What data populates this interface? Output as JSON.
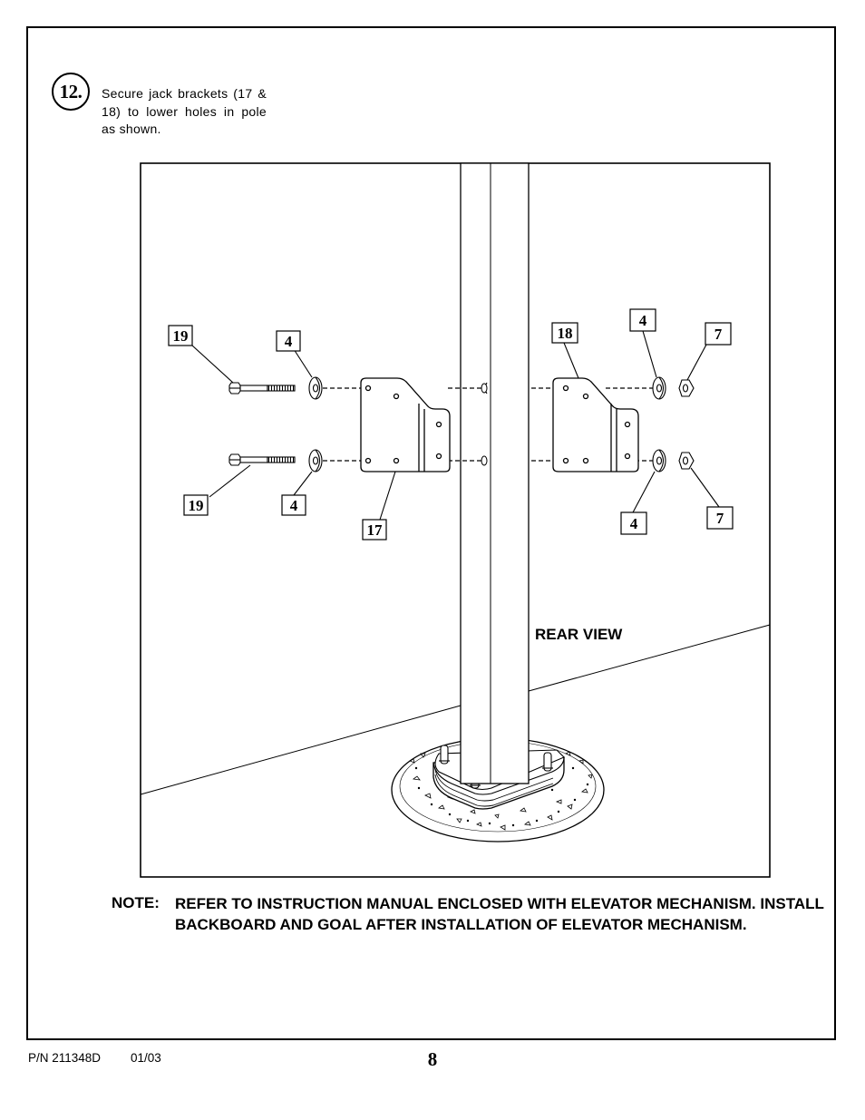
{
  "step": {
    "number": "12.",
    "instruction": "Secure jack brackets (17 & 18) to lower holes in pole as shown."
  },
  "diagram": {
    "view_label": "REAR VIEW",
    "callouts": {
      "bolt_upper_left": "19",
      "washer_upper_left": "4",
      "bolt_lower_left": "19",
      "washer_lower_left": "4",
      "bracket_left": "17",
      "bracket_right": "18",
      "washer_upper_right": "4",
      "nut_upper_right": "7",
      "washer_lower_right": "4",
      "nut_lower_right": "7"
    }
  },
  "note": {
    "label": "NOTE:",
    "text": "REFER TO INSTRUCTION MANUAL ENCLOSED WITH ELEVATOR MECHANISM. INSTALL BACKBOARD AND GOAL AFTER INSTALLATION OF ELEVATOR MECHANISM."
  },
  "footer": {
    "part_number": "P/N 211348D",
    "date": "01/03",
    "page_number": "8"
  }
}
